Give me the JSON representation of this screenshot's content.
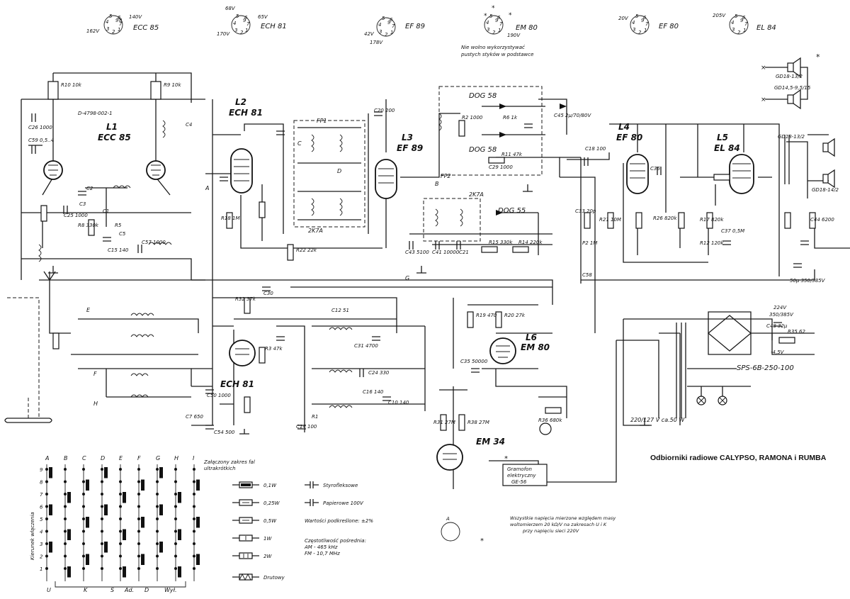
{
  "caption": "Odbiorniki radiowe CALYPSO, RAMONA i RUMBA",
  "tube_bases": [
    {
      "type": "ECC 85",
      "voltages": [
        "140V",
        "162V"
      ]
    },
    {
      "type": "ECH 81",
      "voltages": [
        "68V",
        "65V",
        "170V"
      ]
    },
    {
      "type": "EF 89",
      "voltages": [
        "42V",
        "178V"
      ]
    },
    {
      "type": "EM 80",
      "voltages": [
        "190V"
      ]
    },
    {
      "type": "EF 80",
      "voltages": [
        "20V"
      ]
    },
    {
      "type": "EL 84",
      "voltages": [
        "205V"
      ]
    }
  ],
  "base_note": "Nie wolno wykorzystywać pustych styków w podstawce",
  "stages": [
    {
      "ref": "L1",
      "type": "ECC 85"
    },
    {
      "ref": "L2",
      "type": "ECH 81"
    },
    {
      "ref": "L3",
      "type": "EF 89"
    },
    {
      "ref": "L4",
      "type": "EF 80"
    },
    {
      "ref": "L5",
      "type": "EL 84"
    },
    {
      "ref": "L6",
      "type": "EM 80"
    },
    {
      "ref": "",
      "type": "EM 34"
    },
    {
      "ref": "",
      "type": "ECH 81"
    }
  ],
  "diodes": [
    "DOG 58",
    "DOG 58",
    "DOG 55"
  ],
  "filters": [
    "FP1",
    "FP2",
    "2K7A",
    "2K7A"
  ],
  "drawing_no": "D-4798-002-1",
  "speakers": [
    "GD18-13/2",
    "GD14,5-9,5/15",
    "GD18-13/2",
    "GD18-14/2"
  ],
  "transformer": "SPS-6B-250-100",
  "mains": "220/127 V ca.50 W",
  "turntable": [
    "Gramofon",
    "elektryczny",
    "GE-56"
  ],
  "supply": [
    "224V",
    "350/385V",
    "-4,5V",
    "50μ 350/385V"
  ],
  "band_switch": {
    "columns": [
      "A",
      "B",
      "C",
      "D",
      "E",
      "F",
      "G",
      "H",
      "I"
    ],
    "rows": [
      "9",
      "8",
      "7",
      "6",
      "5",
      "4",
      "3",
      "2",
      "1"
    ],
    "bottom_labels": [
      "U",
      "K",
      "Ś",
      "Ad.",
      "D",
      "Wył."
    ],
    "side_label": "Kierunek włączenia"
  },
  "legend": {
    "title": [
      "Załączony zakres fal",
      "ultrakrótkich"
    ],
    "resistors": [
      "0,1W",
      "0,25W",
      "0,5W",
      "1W",
      "2W",
      "Drutowy"
    ],
    "capacitors": [
      "Styrofleksowe",
      "Papierowe 100V"
    ],
    "tolerance": "Wartości podkreślone: ±2%",
    "if_title": "Częstotliwość pośrednia:",
    "if_am": "AM - 465 kHz",
    "if_fm": "FM - 10,7 MHz"
  },
  "measure_note": [
    "Wszystkie napięcia mierzone względem masy",
    "woltomierzem 20 kΩ/V na zakresach U i K",
    "przy napięciu sieci 220V"
  ],
  "component_labels": [
    "R10 10k",
    "R9 10k",
    "C26 1000",
    "C59 0,5..4",
    "C2",
    "C3",
    "C1",
    "C4",
    "C25 1000",
    "R8 330k",
    "R5",
    "C5",
    "C15 140",
    "C57 1000",
    "R18 1M",
    "R22 22k",
    "R32 37k",
    "C30",
    "R3 47k",
    "C43 5100",
    "C41 10000",
    "C21",
    "R15 330k",
    "R14 220k",
    "R19 470",
    "R20 27k",
    "C35 50000",
    "R36 680k",
    "R31 27M",
    "R38 27M",
    "C18 100",
    "C33 20p",
    "C58",
    "P2 1M",
    "R21 10M",
    "C36",
    "R26 820k",
    "R17 820k",
    "R12 120k",
    "C37 0,5M",
    "C44 6200",
    "C48 32μ",
    "R35 62",
    "C54 500",
    "C50 1000",
    "C7 650",
    "R1",
    "C20 200",
    "C45 2μ/70/80V",
    "R2 1000",
    "R6 1k",
    "R11 47k",
    "C29 1000",
    "C16 140",
    "C24 330",
    "C31 4700",
    "C12 51",
    "C14 100",
    "C10 140"
  ],
  "tie_points": [
    "A",
    "B",
    "C",
    "D",
    "E",
    "F",
    "G",
    "H"
  ]
}
